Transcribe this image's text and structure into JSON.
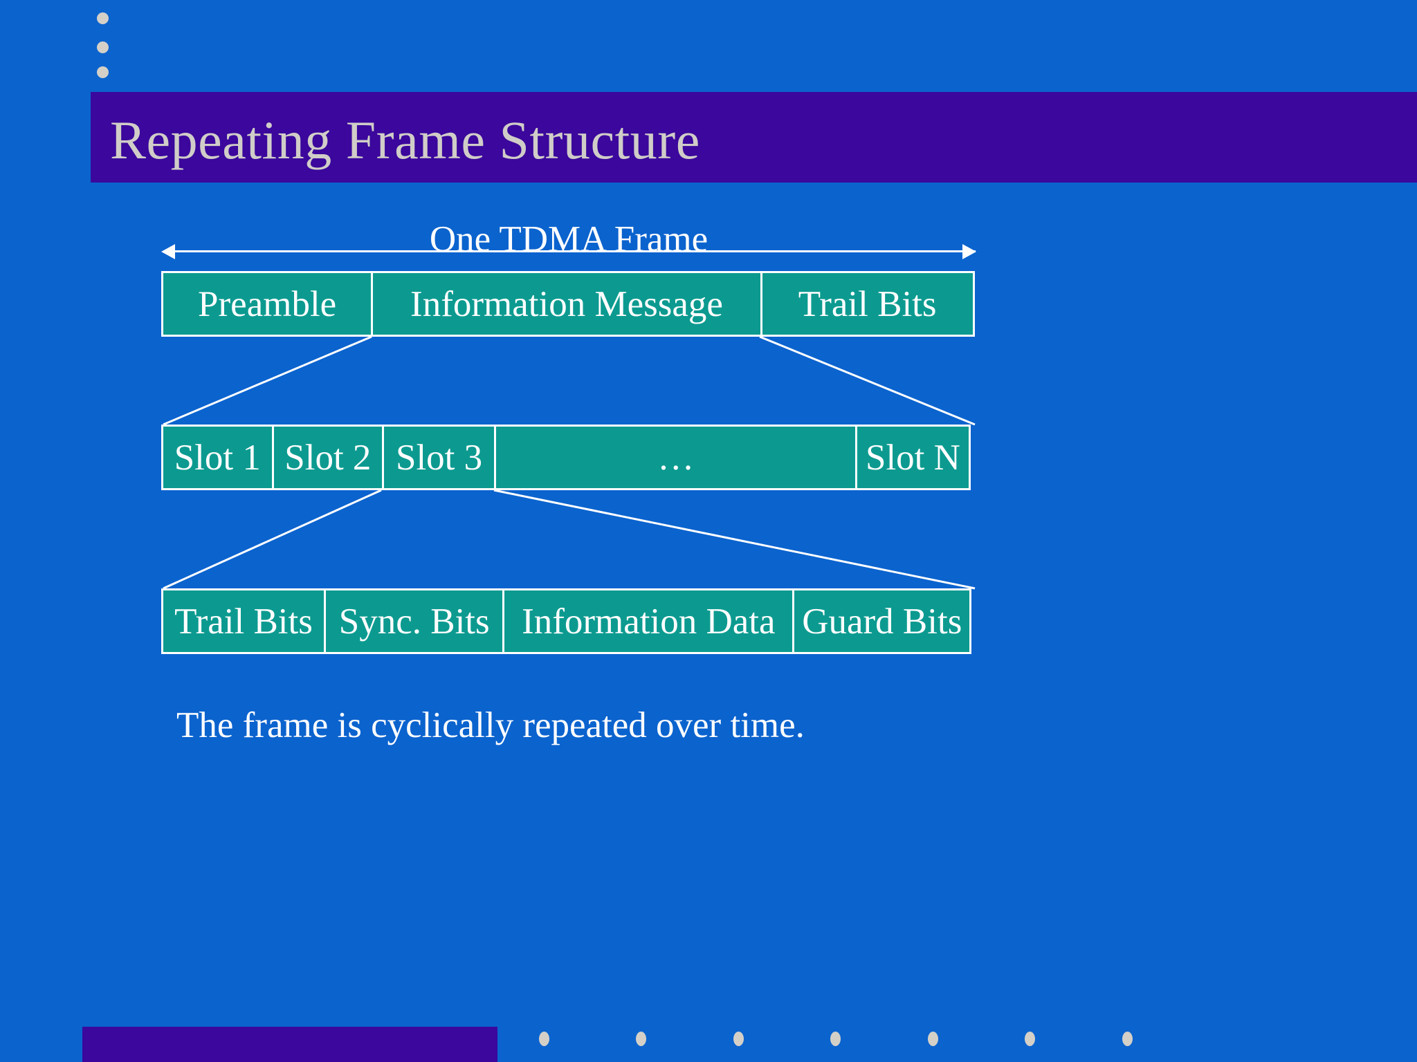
{
  "slide": {
    "title": "Repeating Frame Structure",
    "background_color": "#0b63ce",
    "title_bar_color": "#3b079c",
    "title_text_color": "#d0cdc8",
    "box_fill_color": "#0c9a90",
    "box_border_color": "#ffffff",
    "box_text_color": "#ffffff",
    "caption": "The frame is cyclically repeated over time."
  },
  "diagram": {
    "frame_arrow_label": "One TDMA Frame",
    "rows": [
      {
        "name": "tdma-frame-row",
        "cells": [
          {
            "label": "Preamble",
            "width_pct": 26
          },
          {
            "label": "Information Message",
            "width_pct": 48
          },
          {
            "label": "Trail Bits",
            "width_pct": 26
          }
        ]
      },
      {
        "name": "slots-row",
        "cells": [
          {
            "label": "Slot 1",
            "width_pct": 13.8
          },
          {
            "label": "Slot 2",
            "width_pct": 13.8
          },
          {
            "label": "Slot 3",
            "width_pct": 13.8
          },
          {
            "label": "…",
            "width_pct": 44.6
          },
          {
            "label": "Slot N",
            "width_pct": 14.0
          }
        ]
      },
      {
        "name": "slot-detail-row",
        "cells": [
          {
            "label": "Trail Bits",
            "width_pct": 20.2
          },
          {
            "label": "Sync. Bits",
            "width_pct": 22.2
          },
          {
            "label": "Information Data",
            "width_pct": 35.8
          },
          {
            "label": "Guard Bits",
            "width_pct": 21.8
          }
        ]
      }
    ]
  },
  "decor": {
    "left_dots_count": 3,
    "bottom_dots_count": 7,
    "dot_color": "#d4d0c8"
  }
}
